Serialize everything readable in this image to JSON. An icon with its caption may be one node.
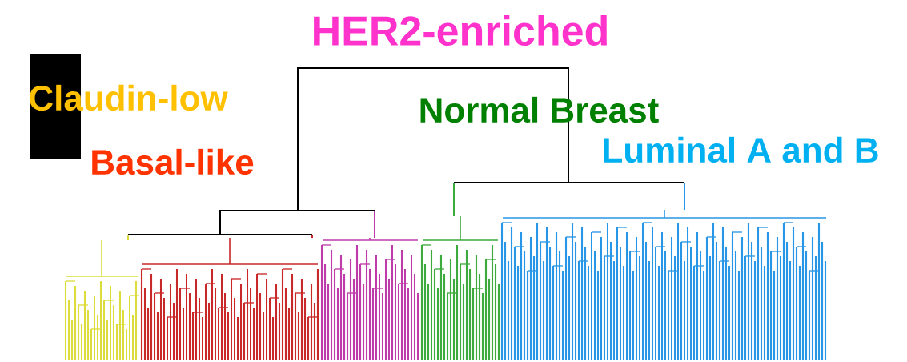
{
  "diagram": {
    "labels": [
      "HER2-enriched",
      "Claudin-low",
      "Basal-like",
      "Normal Breast",
      "Luminal A and B"
    ]
  }
}
